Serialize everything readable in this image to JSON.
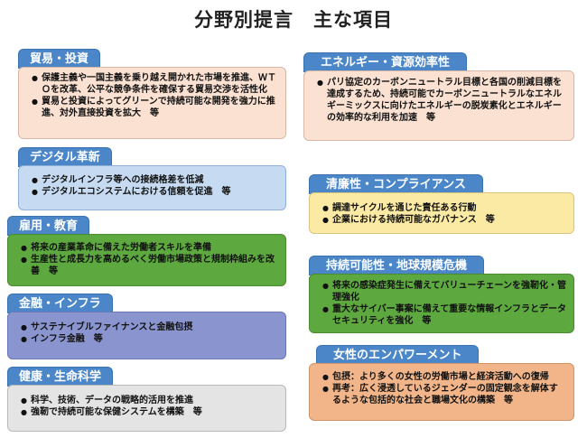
{
  "title": "分野別提言　主な項目",
  "cards": {
    "trade": {
      "label": "貿易・投資",
      "items": [
        "保護主義や一国主義を乗り越え開かれた市場を推進、ＷＴＯを改革、公平な競争条件を確保する貿易交渉を活性化",
        "貿易と投資によってグリーンで持続可能な開発を強力に推進、対外直接投資を拡大　等"
      ]
    },
    "digital": {
      "label": "デジタル革新",
      "items": [
        "デジタルインフラ等への接続格差を低減",
        "デジタルエコシステムにおける信頼を促進　等"
      ]
    },
    "employment": {
      "label": "雇用・教育",
      "items": [
        "将来の産業革命に備えた労働者スキルを準備",
        "生産性と成長力を高めるべく労働市場政策と規制枠組みを改善　等"
      ]
    },
    "finance": {
      "label": "金融・インフラ",
      "items": [
        "サステナイブルファイナンスと金融包摂",
        "インフラ金融　等"
      ]
    },
    "health": {
      "label": "健康・生命科学",
      "items": [
        "科学、技術、データの戦略的活用を推進",
        "強靭で持続可能な保健システムを構築　等"
      ]
    },
    "energy": {
      "label": "エネルギー・資源効率性",
      "items": [
        "パリ協定のカーボンニュートラル目標と各国の削減目標を達成するため、持続可能でカーボンニュートラルなエネルギーミックスに向けたエネルギーの脱炭素化とエネルギーの効率的な利用を加速　等"
      ]
    },
    "integrity": {
      "label": "清廉性・コンプライアンス",
      "items": [
        "調達サイクルを通じた責任ある行動",
        "企業における持続可能なガバナンス　等"
      ]
    },
    "sustainability": {
      "label": "持続可能性・地球規模危機",
      "items": [
        "将来の感染症発生に備えてバリューチェーンを強靭化・管理強化",
        "重大なサイバー事案に備えて重要な情報インフラとデータセキュリティを強化　等"
      ]
    },
    "women": {
      "label": "女性のエンパワーメント",
      "items": [
        "包摂：より多くの女性の労働市場と経済活動への復帰",
        "再考：広く浸透しているジェンダーの固定観念を解体するような包括的な社会と職場文化の構築　等"
      ]
    }
  }
}
